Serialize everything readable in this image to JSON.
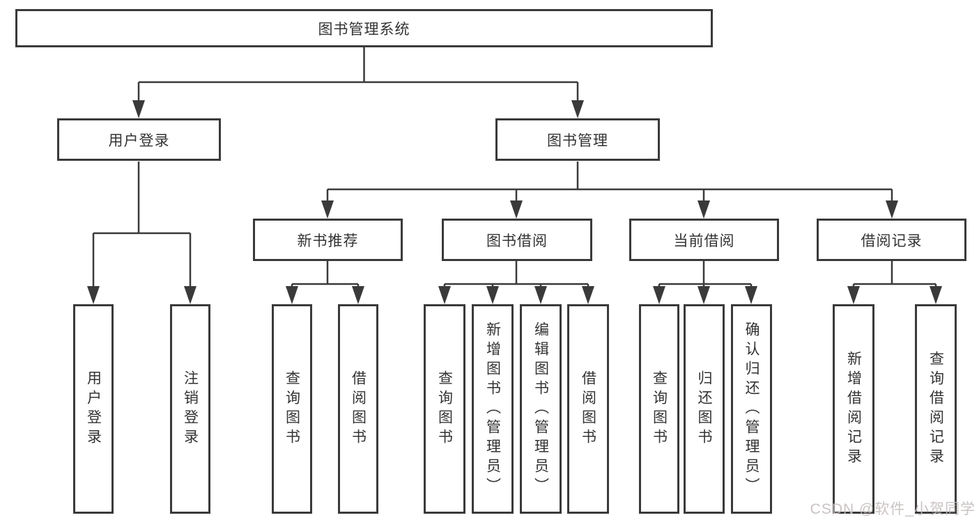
{
  "diagram": {
    "root": {
      "label": "图书管理系统"
    },
    "level2": [
      {
        "label": "用户登录"
      },
      {
        "label": "图书管理"
      }
    ],
    "level3": [
      {
        "label": "新书推荐"
      },
      {
        "label": "图书借阅"
      },
      {
        "label": "当前借阅"
      },
      {
        "label": "借阅记录"
      }
    ],
    "leaves": [
      {
        "label": "用户登录"
      },
      {
        "label": "注销登录"
      },
      {
        "label": "查询图书"
      },
      {
        "label": "借阅图书"
      },
      {
        "label": "查询图书"
      },
      {
        "label": "新增图书（管理员）"
      },
      {
        "label": "编辑图书（管理员）"
      },
      {
        "label": "借阅图书"
      },
      {
        "label": "查询图书"
      },
      {
        "label": "归还图书"
      },
      {
        "label": "确认归还（管理员）"
      },
      {
        "label": "新增借阅记录"
      },
      {
        "label": "查询借阅记录"
      }
    ],
    "line_color": "#3a3a3a"
  },
  "watermark": {
    "text": "CSDN @软件_小贺同学"
  }
}
